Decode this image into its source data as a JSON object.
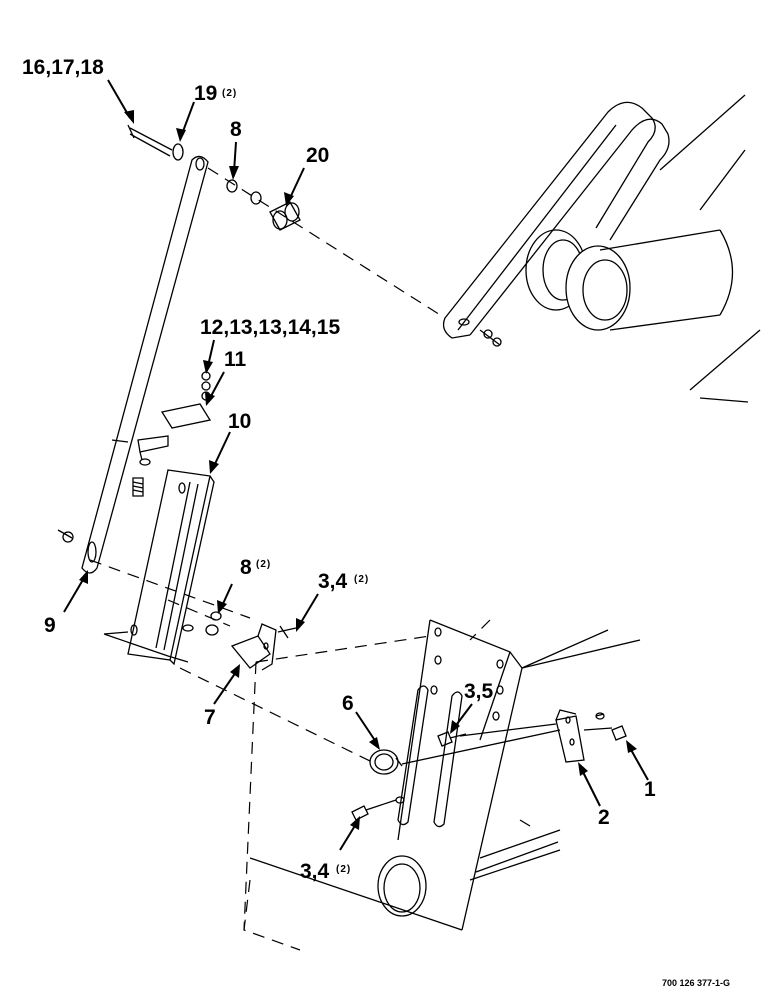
{
  "drawing_ref": "700 126 377-1-G",
  "callouts": {
    "c16_17_18": "16,17,18",
    "c19": "19",
    "c19_qty": "(2)",
    "c8_top": "8",
    "c20": "20",
    "c12_15": "12,13,13,14,15",
    "c11": "11",
    "c10": "10",
    "c9": "9",
    "c8_mid": "8",
    "c8_mid_qty": "(2)",
    "c3_4_mid": "3,4",
    "c3_4_mid_qty": "(2)",
    "c7": "7",
    "c6": "6",
    "c3_5": "3,5",
    "c1": "1",
    "c2": "2",
    "c3_4_bot": "3,4",
    "c3_4_bot_qty": "(2)"
  }
}
